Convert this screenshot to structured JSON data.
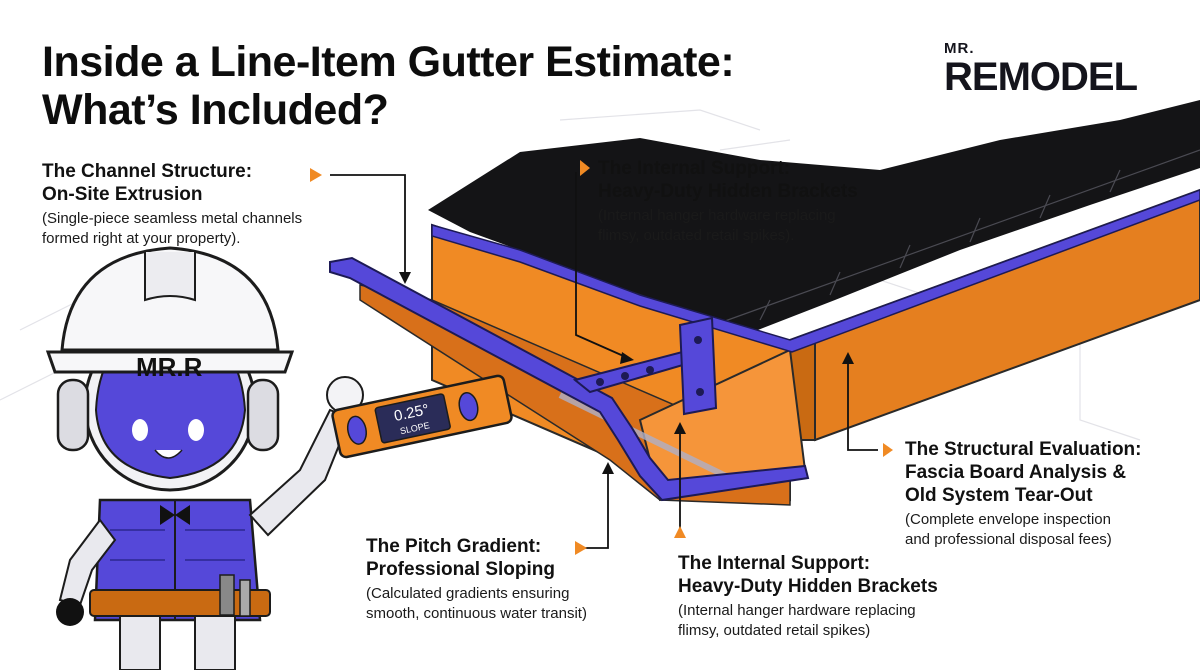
{
  "title": {
    "line1": "Inside a Line-Item Gutter Estimate:",
    "line2": "What’s Included?"
  },
  "logo": {
    "small": "MR.",
    "big": "REMODEL"
  },
  "mascot": {
    "helmet_text": "MR.R",
    "level_reading": "0.25°",
    "level_unit": "SLOPE"
  },
  "callouts": {
    "channel": {
      "title1": "The Channel Structure:",
      "title2": "On-Site Extrusion",
      "desc1": "(Single-piece seamless metal channels",
      "desc2": "formed right at your property)."
    },
    "support_top": {
      "title1": "The Internal Support:",
      "title2": "Heavy-Duty Hidden Brackets",
      "desc1": "(Internal hanger hardware replacing",
      "desc2": "flimsy, outdated retail spikes)."
    },
    "structural": {
      "title1": "The Structural Evaluation:",
      "title2": "Fascia Board Analysis &",
      "title3": "Old System Tear-Out",
      "desc1": "(Complete envelope inspection",
      "desc2": "and professional disposal fees)"
    },
    "pitch": {
      "title1": "The Pitch Gradient:",
      "title2": "Professional Sloping",
      "desc1": "(Calculated gradients ensuring",
      "desc2": "smooth, continuous water transit)"
    },
    "support_bottom": {
      "title1": "The Internal Support:",
      "title2": "Heavy-Duty Hidden Brackets",
      "desc1": "(Internal hanger hardware replacing",
      "desc2": "flimsy, outdated retail spikes)"
    }
  },
  "colors": {
    "accent_orange": "#f08a24",
    "gutter_purple": "#5548d9",
    "roof_black": "#141416",
    "ink": "#111111"
  }
}
